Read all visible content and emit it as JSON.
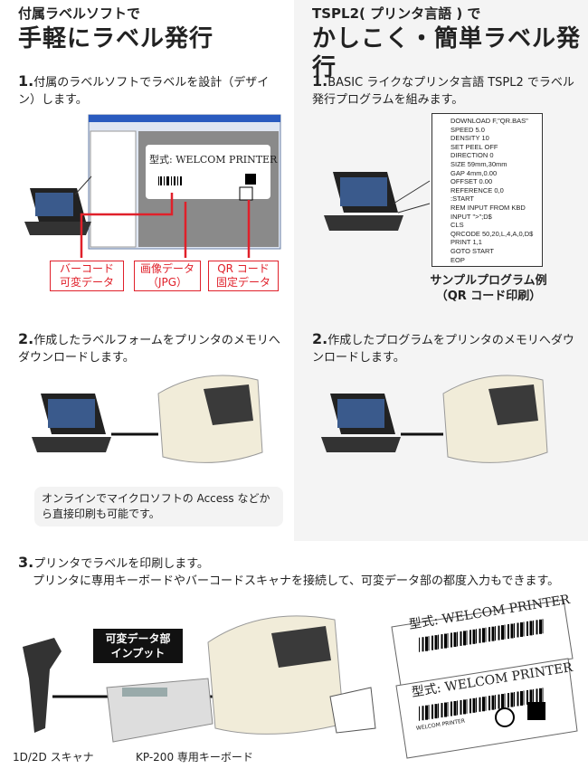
{
  "left": {
    "subtitle": "付属ラベルソフトで",
    "title": "手軽にラベル発行",
    "step1": {
      "num": "1.",
      "text": "付属のラベルソフトでラベルを設計（デザイン）します。"
    },
    "screen_label": "型式: WELCOM PRINTER",
    "callouts": [
      {
        "l1": "バーコード",
        "l2": "可変データ"
      },
      {
        "l1": "画像データ",
        "l2": "（JPG）"
      },
      {
        "l1": "QR コード",
        "l2": "固定データ"
      }
    ],
    "step2": {
      "num": "2.",
      "text": "作成したラベルフォームをプリンタのメモリへダウンロードします。"
    },
    "note": "オンラインでマイクロソフトの Access などから直接印刷も可能です。"
  },
  "right": {
    "subtitle": "TSPL2( プリンタ言語 ) で",
    "title": "かしこく・簡単ラベル発行",
    "step1": {
      "num": "1.",
      "text": "BASIC ライクなプリンタ言語 TSPL2 でラベル発行プログラムを組みます。"
    },
    "code": [
      "DOWNLOAD F,\"QR.BAS\"",
      "SPEED 5.0",
      "DENSITY 10",
      "SET PEEL OFF",
      "DIRECTION 0",
      "SIZE 59mm,30mm",
      "GAP 4mm,0.00",
      "OFFSET 0.00",
      "REFERENCE 0,0",
      ":START",
      "REM INPUT FROM KBD",
      "INPUT \">\";D$",
      "CLS",
      "QRCODE 50,20,L,4,A,0,D$",
      "PRINT 1,1",
      "GOTO START",
      "EOP"
    ],
    "caption1": "サンプルプログラム例",
    "caption2": "（QR コード印刷）",
    "step2": {
      "num": "2.",
      "text": "作成したプログラムをプリンタのメモリへダウンロードします。"
    }
  },
  "bottom": {
    "step3": {
      "num": "3.",
      "line1": "プリンタでラベルを印刷します。",
      "line2": "プリンタに専用キーボードやバーコードスキャナを接続して、可変データ部の都度入力もできます。"
    },
    "badge1": "可変データ部",
    "badge2": "インプット",
    "label_title": "型式: WELCOM PRINTER",
    "label_small": "WELCOM PRINTER",
    "scanner_caption": "1D/2D スキャナ",
    "keyboard_caption": "KP-200 専用キーボード"
  }
}
